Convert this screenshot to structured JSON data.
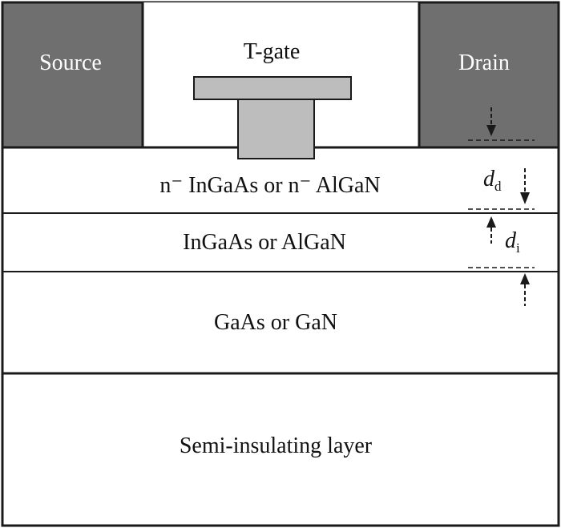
{
  "colors": {
    "contact_fill": "#6f6f6f",
    "gate_fill": "#bdbdbd",
    "layer_fill": "#ffffff",
    "stroke": "#1a1a1a"
  },
  "contacts": {
    "source_label": "Source",
    "drain_label": "Drain",
    "gate_label": "T-gate"
  },
  "layers": {
    "barrier_label": "n⁻ InGaAs or n⁻ AlGaN",
    "channel_label": "InGaAs or AlGaN",
    "buffer_label": "GaAs or GaN",
    "substrate_label": "Semi-insulating layer"
  },
  "dimensions": {
    "dd_symbol": "d",
    "dd_subscript": "d",
    "di_symbol": "d",
    "di_subscript": "i"
  }
}
